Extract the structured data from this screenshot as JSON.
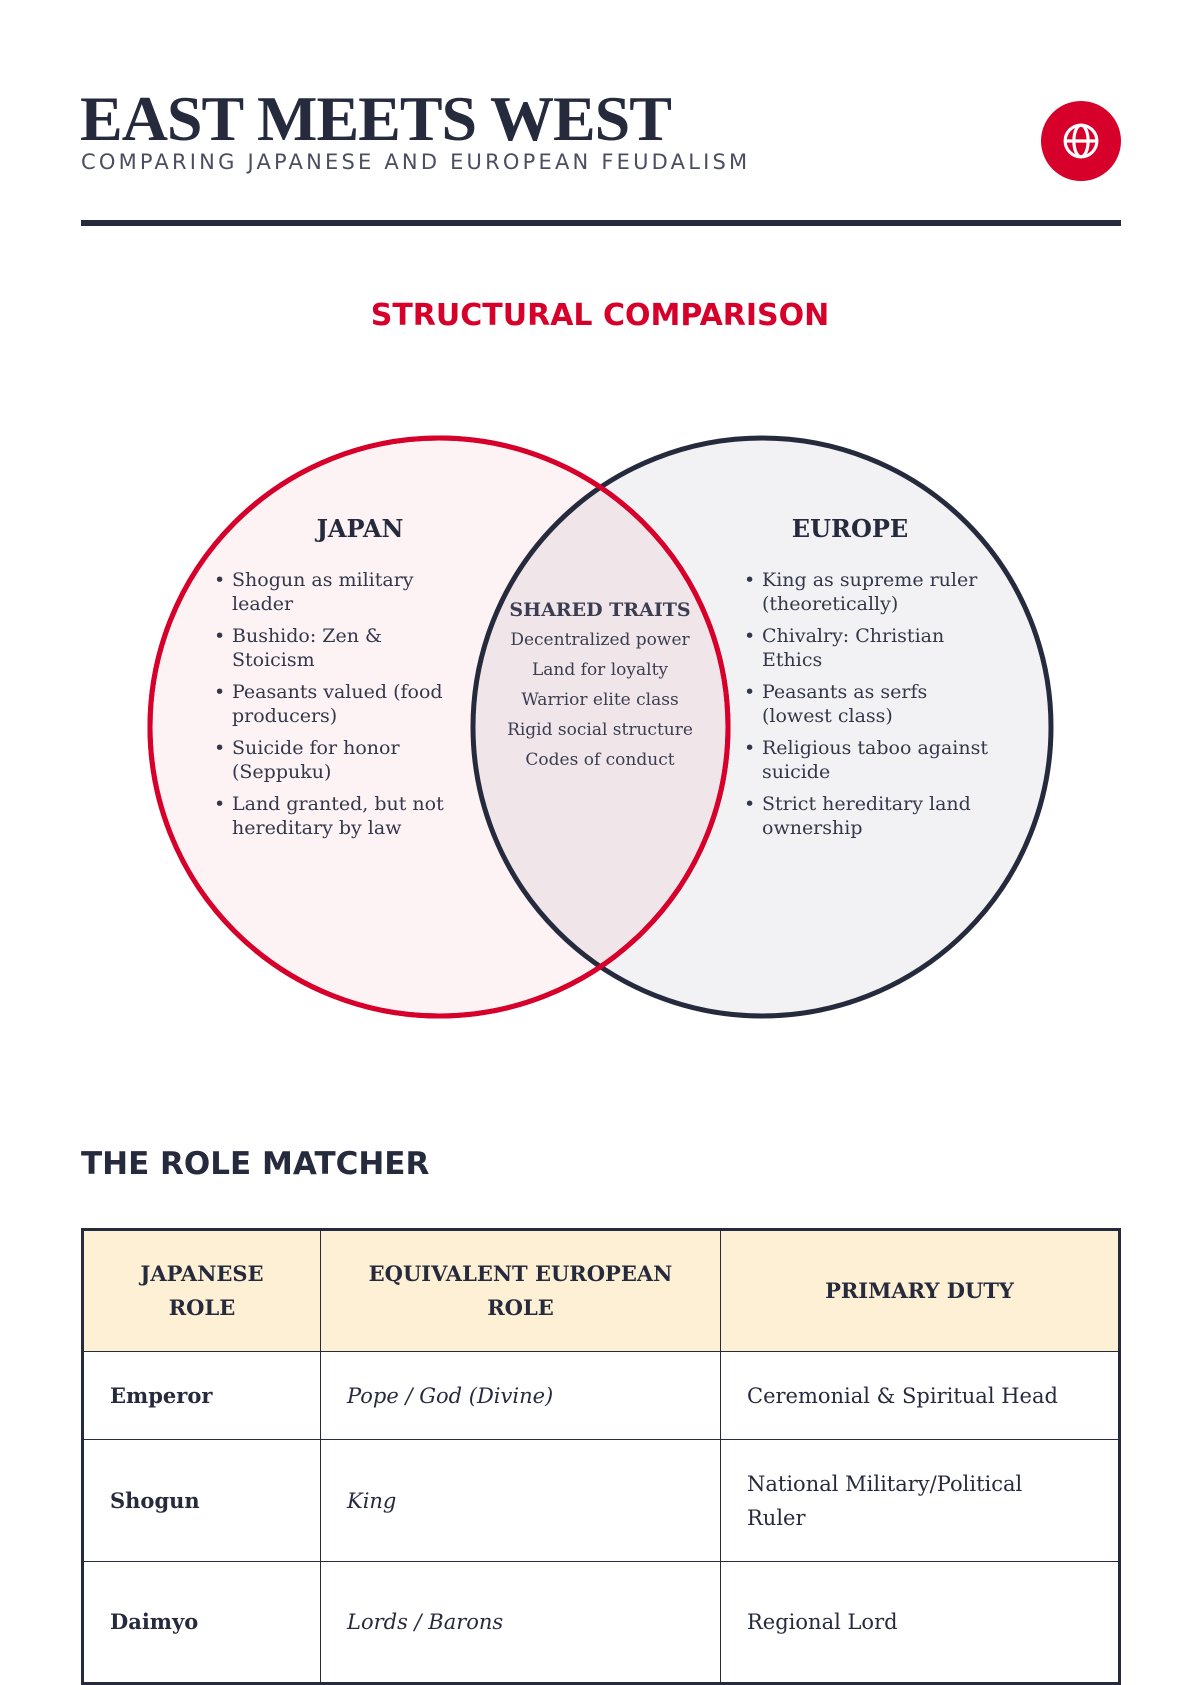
{
  "header": {
    "title": "EAST MEETS WEST",
    "subtitle": "COMPARING JAPANESE AND EUROPEAN FEUDALISM",
    "icon": "globe-icon"
  },
  "colors": {
    "accent": "#d7002a",
    "navy": "#262a3d",
    "header_bg": "#fdf0d5"
  },
  "venn": {
    "section_title": "STRUCTURAL COMPARISON",
    "japan": {
      "title": "JAPAN",
      "items": [
        "Shogun as military leader",
        "Bushido: Zen & Stoicism",
        "Peasants valued (food producers)",
        "Suicide for honor (Seppuku)",
        "Land granted, but not hereditary by law"
      ]
    },
    "europe": {
      "title": "EUROPE",
      "items": [
        "King as supreme ruler (theoretically)",
        "Chivalry: Christian Ethics",
        "Peasants as serfs (lowest class)",
        "Religious taboo against suicide",
        "Strict hereditary land ownership"
      ]
    },
    "shared": {
      "title": "SHARED TRAITS",
      "items": [
        "Decentralized power",
        "Land for loyalty",
        "Warrior elite class",
        "Rigid social structure",
        "Codes of conduct"
      ]
    }
  },
  "role_matcher": {
    "title": "THE ROLE MATCHER",
    "headers": [
      "JAPANESE ROLE",
      "EQUIVALENT EUROPEAN ROLE",
      "PRIMARY DUTY"
    ],
    "rows": [
      [
        "Emperor",
        "Pope / God (Divine)",
        "Ceremonial & Spiritual Head"
      ],
      [
        "Shogun",
        "King",
        "National Military/Political Ruler"
      ],
      [
        "Daimyo",
        "Lords / Barons",
        "Regional Lord"
      ]
    ]
  }
}
